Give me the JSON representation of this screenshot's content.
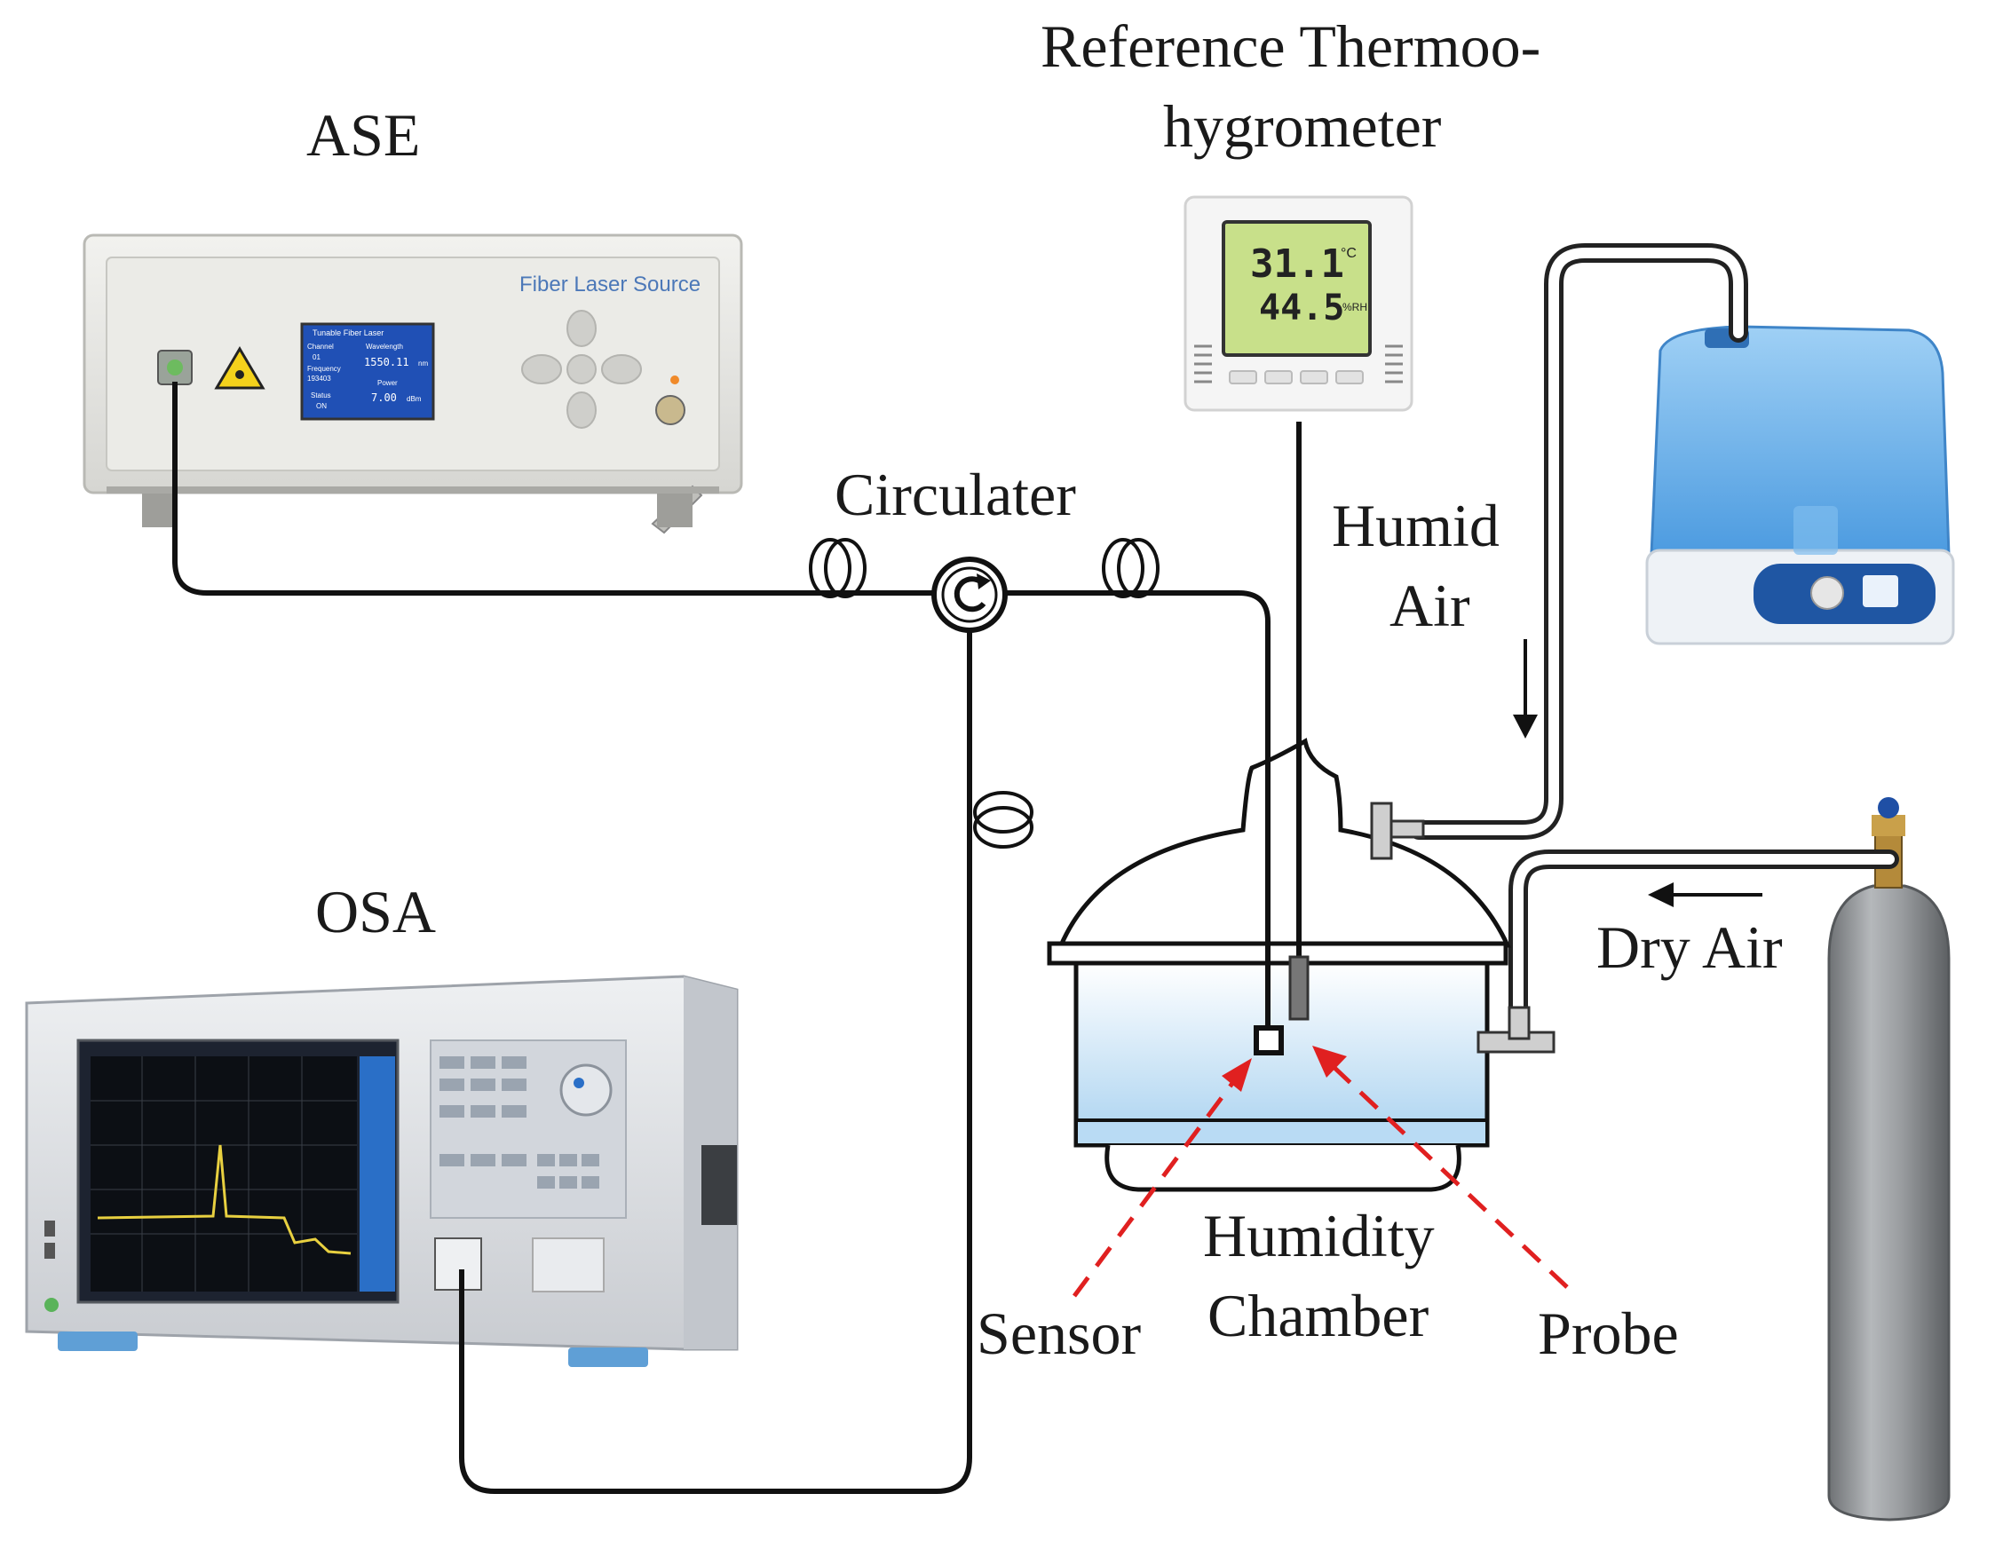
{
  "labels": {
    "ase": "ASE",
    "osa": "OSA",
    "reference_line1": "Reference Thermoo-",
    "reference_line2": "hygrometer",
    "circulator": "Circulater",
    "humid_line1": "Humid",
    "humid_line2": "Air",
    "dry_air": "Dry Air",
    "humidity_line1": "Humidity",
    "humidity_line2": "Chamber",
    "sensor": "Sensor",
    "probe": "Probe"
  },
  "ase_device": {
    "title": "Fiber Laser Source",
    "screen_header": "Tunable Fiber Laser",
    "channel_label": "Channel",
    "channel_value": "01",
    "wavelength_label": "Wavelength",
    "wavelength_value": "1550.11",
    "wavelength_unit": "nm",
    "frequency_label": "Frequency",
    "frequency_value": "193403",
    "power_label": "Power",
    "power_value": "7.00",
    "power_unit": "dBm",
    "status_label": "Status",
    "status_value": "ON"
  },
  "hygrometer": {
    "temperature": "31.1",
    "temperature_unit": "°C",
    "humidity": "44.5",
    "humidity_unit": "%RH"
  },
  "colors": {
    "fiber": "#111111",
    "red_arrow": "#e02020",
    "chamber_water": "#cfe6f7",
    "humidifier_blue": "#5aa7e6",
    "cylinder": "#8d8f92",
    "ase_body": "#e6e6e3",
    "osa_body": "#dcdfe3"
  },
  "icons": [
    "laser-warning-icon",
    "fiber-coil-icon",
    "circulator-icon",
    "arrow-down-icon",
    "arrow-left-icon"
  ]
}
